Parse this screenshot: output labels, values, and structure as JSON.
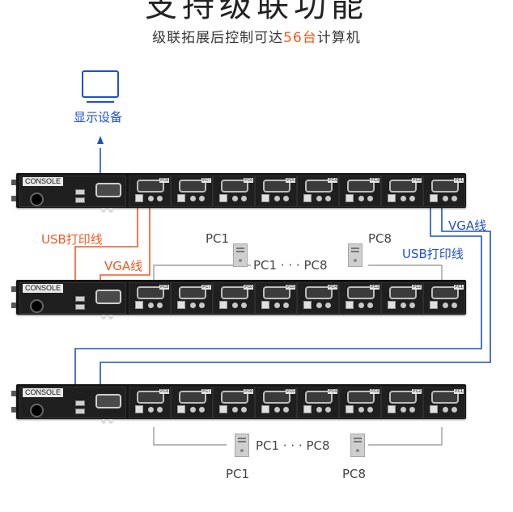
{
  "title": "支持级联功能",
  "subtitle": {
    "before": "级联拓展后控制可达",
    "highlight": "56台",
    "after": "计算机"
  },
  "display_device_label": "显示设备",
  "console_label": "CONSOLE",
  "top_unit_ports": [
    "PC8",
    "PC7",
    "PC6",
    "PC5",
    "PC4",
    "PC3",
    "PC2",
    "PC1"
  ],
  "links": {
    "usb_print_line_orange": "USB打印线",
    "vga_line_orange": "VGA线",
    "vga_line_blue": "VGA线",
    "usb_print_line_blue": "USB打印线"
  },
  "middle_pc_group": {
    "pc_left": "PC1",
    "pc_right": "PC8",
    "range": "PC1 · · · PC8"
  },
  "bottom_pc_group": {
    "pc_left": "PC1",
    "pc_right": "PC8",
    "range": "PC1 · · · PC8"
  },
  "colors": {
    "blue": "#1e50c8",
    "orange": "#f15a22",
    "gray": "#9a9a9a",
    "device": "#151515"
  },
  "icons": {
    "monitor": "monitor-icon",
    "pc_tower": "pc-tower-icon",
    "kvm_switch": "kvm-switch-icon"
  }
}
